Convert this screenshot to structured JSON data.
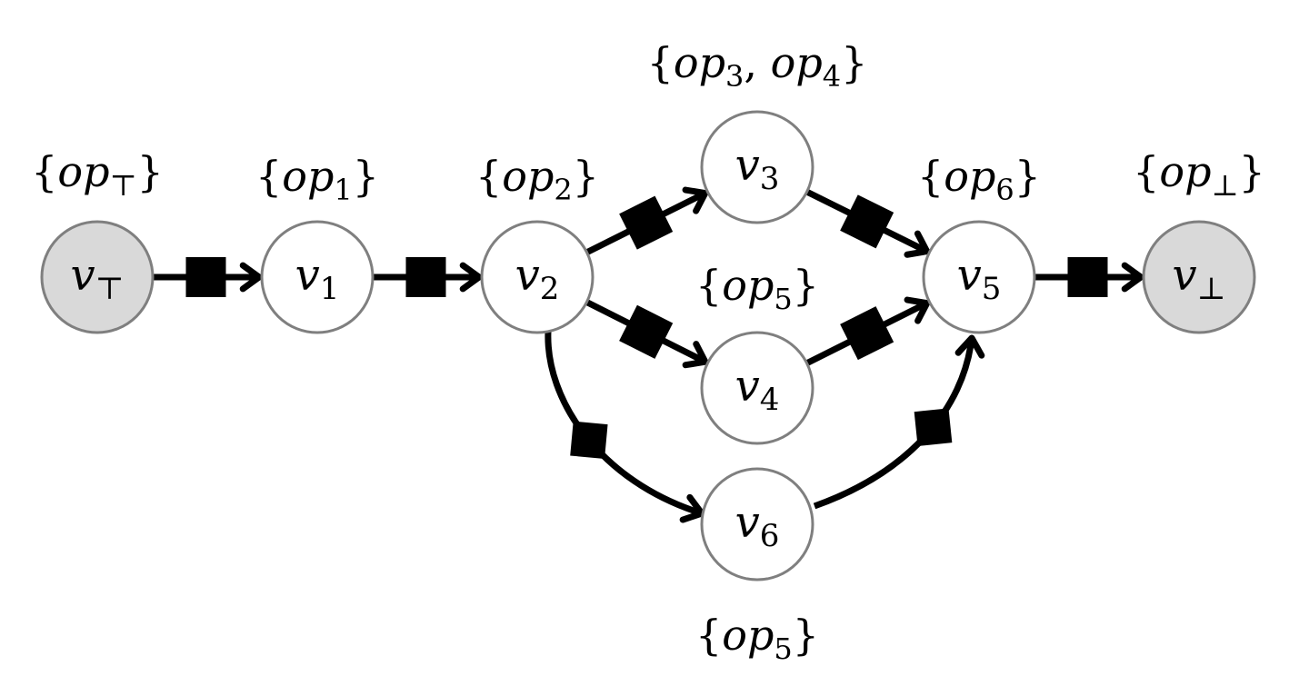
{
  "nodes": [
    {
      "id": "vtop",
      "base": "v",
      "sub": "⊤",
      "fill": "#d9d9d9"
    },
    {
      "id": "v1",
      "base": "v",
      "sub": "1",
      "fill": "#ffffff"
    },
    {
      "id": "v2",
      "base": "v",
      "sub": "2",
      "fill": "#ffffff"
    },
    {
      "id": "v3",
      "base": "v",
      "sub": "3",
      "fill": "#ffffff"
    },
    {
      "id": "v4",
      "base": "v",
      "sub": "4",
      "fill": "#ffffff"
    },
    {
      "id": "v5",
      "base": "v",
      "sub": "5",
      "fill": "#ffffff"
    },
    {
      "id": "v6",
      "base": "v",
      "sub": "6",
      "fill": "#ffffff"
    },
    {
      "id": "vbot",
      "base": "v",
      "sub": "⊥",
      "fill": "#d9d9d9"
    }
  ],
  "labels": [
    {
      "node": "vtop",
      "open": "{",
      "items": [
        {
          "base": "op",
          "sub": "⊤"
        }
      ],
      "close": "}"
    },
    {
      "node": "v1",
      "open": "{",
      "items": [
        {
          "base": "op",
          "sub": "1"
        }
      ],
      "close": "}"
    },
    {
      "node": "v2",
      "open": "{",
      "items": [
        {
          "base": "op",
          "sub": "2"
        }
      ],
      "close": "}"
    },
    {
      "node": "v3",
      "open": "{",
      "items": [
        {
          "base": "op",
          "sub": "3"
        },
        {
          "base": "op",
          "sub": "4"
        }
      ],
      "close": "}"
    },
    {
      "node": "v4",
      "open": "{",
      "items": [
        {
          "base": "op",
          "sub": "5"
        }
      ],
      "close": "}"
    },
    {
      "node": "v5",
      "open": "{",
      "items": [
        {
          "base": "op",
          "sub": "6"
        }
      ],
      "close": "}"
    },
    {
      "node": "v6",
      "open": "{",
      "items": [
        {
          "base": "op",
          "sub": "5"
        }
      ],
      "close": "}"
    },
    {
      "node": "vbot",
      "open": "{",
      "items": [
        {
          "base": "op",
          "sub": "⊥"
        }
      ],
      "close": "}"
    }
  ],
  "edges": [
    {
      "from": "vtop",
      "to": "v1",
      "marker": "square"
    },
    {
      "from": "v1",
      "to": "v2",
      "marker": "square"
    },
    {
      "from": "v2",
      "to": "v3",
      "marker": "square"
    },
    {
      "from": "v2",
      "to": "v4",
      "marker": "square"
    },
    {
      "from": "v3",
      "to": "v5",
      "marker": "square"
    },
    {
      "from": "v4",
      "to": "v5",
      "marker": "square"
    },
    {
      "from": "v2",
      "to": "v6",
      "marker": "diamond"
    },
    {
      "from": "v6",
      "to": "v5",
      "marker": "diamond"
    },
    {
      "from": "v5",
      "to": "vbot",
      "marker": "square"
    }
  ],
  "colors": {
    "node_stroke": "#7f7f7f",
    "edge": "#000000",
    "source_sink_fill": "#d9d9d9"
  }
}
